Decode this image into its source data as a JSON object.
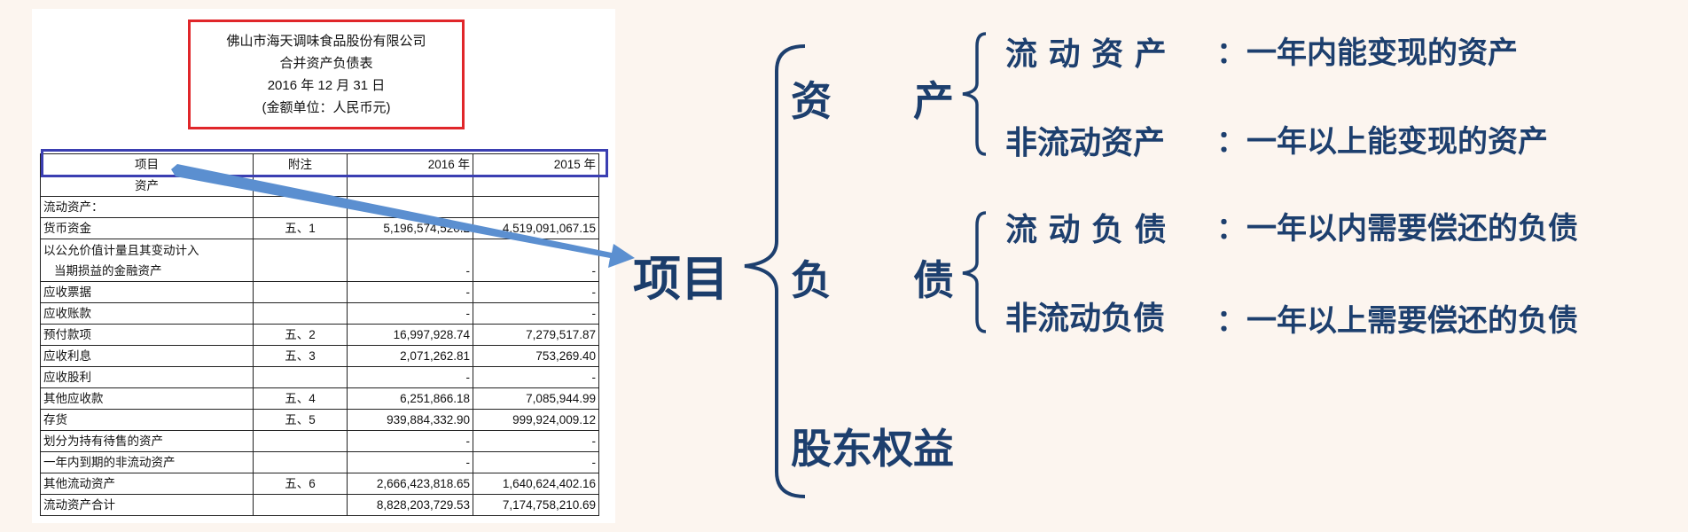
{
  "report": {
    "company": "佛山市海天调味食品股份有限公司",
    "title": "合并资产负债表",
    "date": "2016 年 12 月 31 日",
    "unit": "(金额单位：人民币元)"
  },
  "table": {
    "header": [
      "项目",
      "附注",
      "2016 年",
      "2015 年"
    ],
    "rows": [
      {
        "item": "资产",
        "note": "",
        "y2016": "",
        "y2015": ""
      },
      {
        "item": "流动资产：",
        "note": "",
        "y2016": "",
        "y2015": ""
      },
      {
        "item": "货币资金",
        "note": "五、1",
        "y2016": "5,196,574,520.2",
        "y2015": "4,519,091,067.15"
      },
      {
        "item": "以公允价值计量且其变动计入",
        "item2": "当期损益的金融资产",
        "note": "",
        "y2016": "-",
        "y2015": "-"
      },
      {
        "item": "应收票据",
        "note": "",
        "y2016": "-",
        "y2015": "-"
      },
      {
        "item": "应收账款",
        "note": "",
        "y2016": "-",
        "y2015": "-"
      },
      {
        "item": "预付款项",
        "note": "五、2",
        "y2016": "16,997,928.74",
        "y2015": "7,279,517.87"
      },
      {
        "item": "应收利息",
        "note": "五、3",
        "y2016": "2,071,262.81",
        "y2015": "753,269.40"
      },
      {
        "item": "应收股利",
        "note": "",
        "y2016": "-",
        "y2015": "-"
      },
      {
        "item": "其他应收款",
        "note": "五、4",
        "y2016": "6,251,866.18",
        "y2015": "7,085,944.99"
      },
      {
        "item": "存货",
        "note": "五、5",
        "y2016": "939,884,332.90",
        "y2015": "999,924,009.12"
      },
      {
        "item": "划分为持有待售的资产",
        "note": "",
        "y2016": "-",
        "y2015": "-"
      },
      {
        "item": "一年内到期的非流动资产",
        "note": "",
        "y2016": "-",
        "y2015": "-"
      },
      {
        "item": "其他流动资产",
        "note": "五、6",
        "y2016": "2,666,423,818.65",
        "y2015": "1,640,624,402.16"
      },
      {
        "item": "流动资产合计",
        "note": "",
        "y2016": "8,828,203,729.53",
        "y2015": "7,174,758,210.69"
      }
    ]
  },
  "diagram": {
    "root": "项目",
    "assets": {
      "label": "资　　产",
      "current": {
        "name": "流 动 资 产",
        "desc": "：一年内能变现的资产"
      },
      "noncurrent": {
        "name": "非流动资产",
        "desc": "：一年以上能变现的资产"
      }
    },
    "liabilities": {
      "label": "负　　债",
      "current": {
        "name": "流 动 负 债",
        "desc": "：一年以内需要偿还的负债"
      },
      "noncurrent": {
        "name": "非流动负债",
        "desc": "：一年以上需要偿还的负债"
      }
    },
    "equity": {
      "label": "股东权益"
    }
  },
  "colors": {
    "background": "#fcf5ef",
    "navy_text": "#1d3f6e",
    "header_box_border": "#e0262a",
    "header_row_border": "#3b3fb2",
    "arrow": "#5b8fd0"
  }
}
